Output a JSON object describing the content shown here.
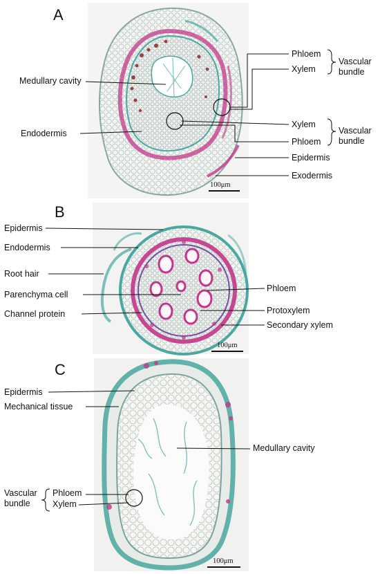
{
  "panels": {
    "a": {
      "letter": "A",
      "scale": "100μm",
      "labels": {
        "medullary_cavity": "Medullary cavity",
        "endodermis": "Endodermis",
        "phloem_top": "Phloem",
        "xylem_top": "Xylem",
        "vascular_bundle_top_1": "Vascular",
        "vascular_bundle_top_2": "bundle",
        "xylem_bottom": "Xylem",
        "phloem_bottom": "Phloem",
        "vascular_bundle_bottom_1": "Vascular",
        "vascular_bundle_bottom_2": "bundle",
        "epidermis": "Epidermis",
        "exodermis": "Exodermis"
      }
    },
    "b": {
      "letter": "B",
      "scale": "100μm",
      "labels": {
        "epidermis": "Epidermis",
        "endodermis": "Endodermis",
        "root_hair": "Root hair",
        "parenchyma_cell": "Parenchyma cell",
        "channel_protein": "Channel protein",
        "phloem": "Phloem",
        "protoxylem": "Protoxylem",
        "secondary_xylem": "Secondary xylem"
      }
    },
    "c": {
      "letter": "C",
      "scale": "100μm",
      "labels": {
        "epidermis": "Epidermis",
        "mechanical_tissue": "Mechanical tissue",
        "medullary_cavity": "Medullary cavity",
        "vascular_bundle_1": "Vascular",
        "vascular_bundle_2": "bundle",
        "phloem": "Phloem",
        "xylem": "Xylem"
      }
    }
  },
  "colors": {
    "tissue_green": "#4aa8a0",
    "tissue_magenta": "#c2378a",
    "tissue_dark": "#7a2a3a",
    "cell_wall": "#b8c4c4",
    "background_panel": "#f4f5f4"
  }
}
